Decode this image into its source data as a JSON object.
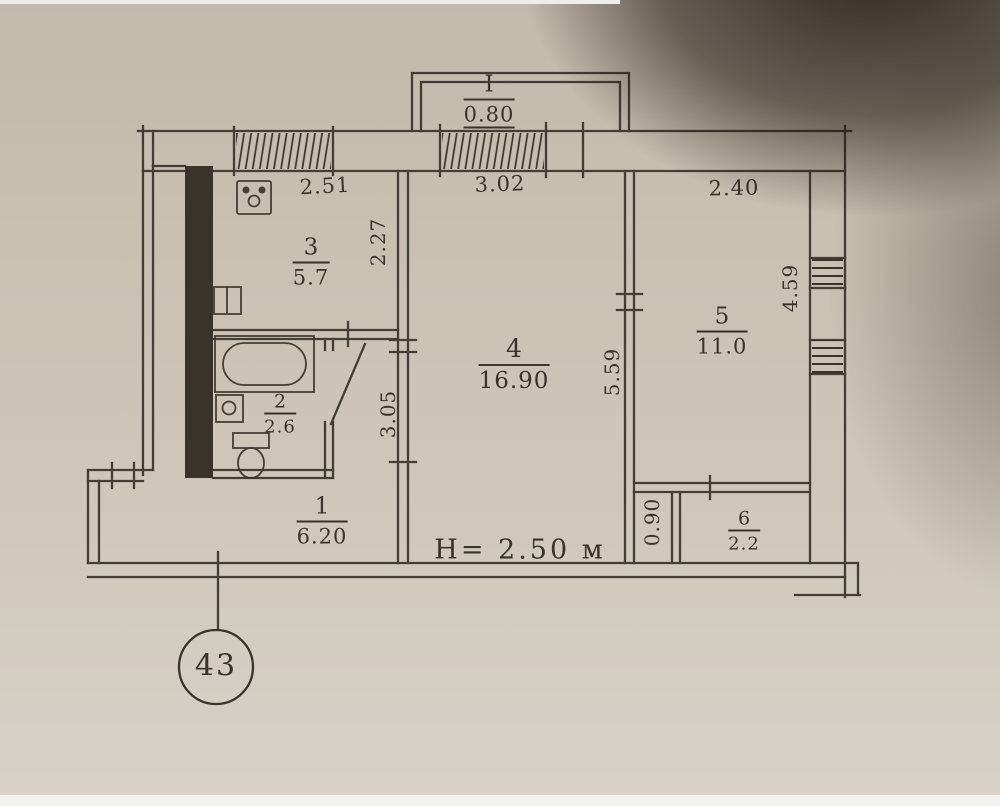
{
  "plan": {
    "sheet_number": "43",
    "ceiling_height": "H= 2.50 м",
    "balcony": {
      "label": "I",
      "dim": "0.80"
    },
    "top_dims": [
      "2.51",
      "3.02",
      "2.40"
    ],
    "side_dims": {
      "room3_depth": "2.27",
      "hall_depth": "3.05",
      "room4_depth": "5.59",
      "room5_depth": "4.59",
      "room6_width": "0.90"
    },
    "rooms": [
      {
        "number": "3",
        "area": "5.7"
      },
      {
        "number": "2",
        "area": "2.6"
      },
      {
        "number": "1",
        "area": "6.20"
      },
      {
        "number": "4",
        "area": "16.90"
      },
      {
        "number": "5",
        "area": "11.0"
      },
      {
        "number": "6",
        "area": "2.2"
      }
    ],
    "colors": {
      "ink": "#3a332c",
      "paper": "#ccc3b6"
    }
  }
}
